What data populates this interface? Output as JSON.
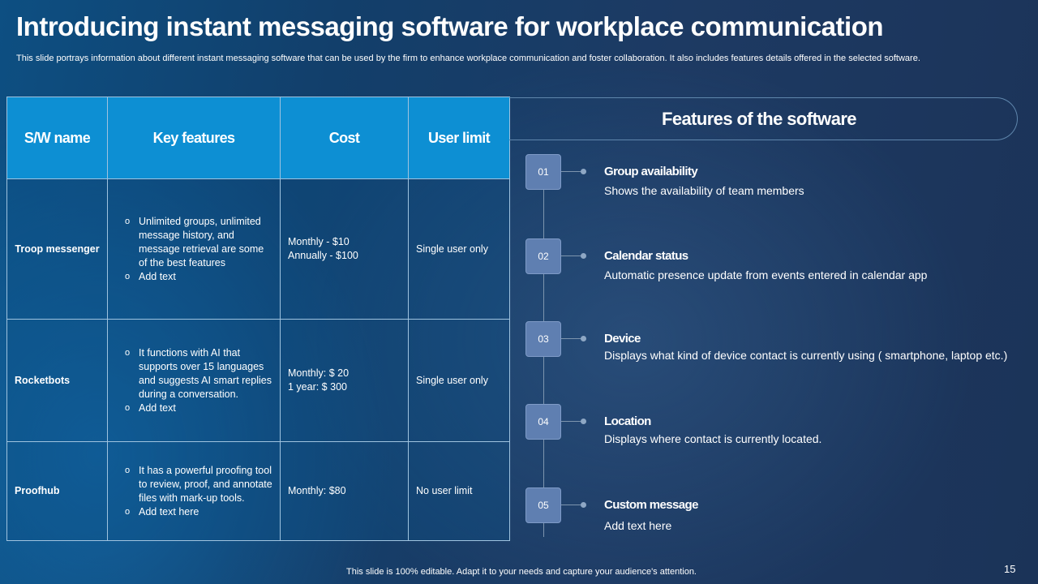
{
  "slide": {
    "title": "Introducing instant messaging software for workplace communication",
    "subtitle": "This slide portrays information about different instant messaging software that can be used by the firm to  enhance workplace communication and foster collaboration. It also includes features details offered in the selected software.",
    "footer_note": "This slide is 100% editable. Adapt it to your needs and capture your audience's attention.",
    "page_number": "15"
  },
  "table": {
    "headers": [
      "S/W name",
      "Key features",
      "Cost",
      "User limit"
    ],
    "rows": [
      {
        "name": "Troop messenger",
        "features": [
          "Unlimited groups, unlimited message history, and message retrieval are some  of the best features",
          "Add text"
        ],
        "cost": [
          "Monthly - $10",
          "Annually - $100"
        ],
        "user_limit": "Single user only"
      },
      {
        "name": "Rocketbots",
        "features": [
          "It functions with AI that supports over 15 languages and suggests AI smart replies during a conversation.",
          "Add text"
        ],
        "cost": [
          "Monthly: $ 20",
          "1 year: $ 300"
        ],
        "user_limit": "Single user only"
      },
      {
        "name": "Proofhub",
        "features": [
          "It has a powerful proofing tool to review, proof, and annotate files with mark-up tools.",
          "Add text here"
        ],
        "cost": [
          "Monthly: $80"
        ],
        "user_limit": "No user limit"
      }
    ],
    "bullet_glyph": "o"
  },
  "features_panel": {
    "heading": "Features of the software",
    "items": [
      {
        "number": "01",
        "title": "Group availability",
        "description": "Shows the availability of team members"
      },
      {
        "number": "02",
        "title": "Calendar status",
        "description": "Automatic presence update from events entered in calendar app"
      },
      {
        "number": "03",
        "title": "Device",
        "description": "Displays what kind of device contact is currently using ( smartphone,  laptop etc.)"
      },
      {
        "number": "04",
        "title": "Location",
        "description": "Displays where contact is currently located."
      },
      {
        "number": "05",
        "title": "Custom message",
        "description": "Add text here"
      }
    ]
  },
  "colors": {
    "header_cell": "#0d8fd3",
    "number_box": "#5f7fb1",
    "table_border": "#9fc3df"
  }
}
